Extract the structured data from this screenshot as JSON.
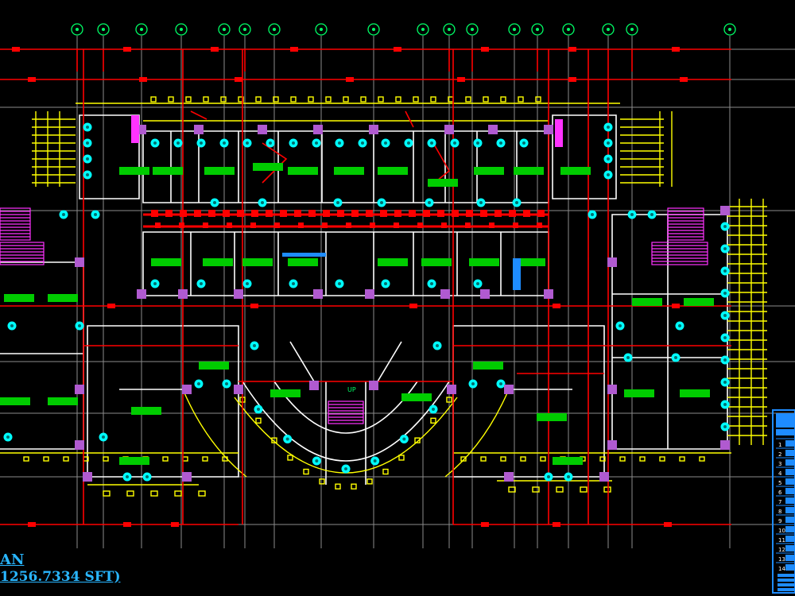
{
  "drawing": {
    "title_fragment": "AN",
    "area_fragment": "1256.7334 SFT)",
    "colors": {
      "background": "#000000",
      "grid": "#8c8c8c",
      "wall": "#ffffff",
      "wiring": "#ff0000",
      "fixtures": "#ffff00",
      "lights": "#00ffff",
      "boards": "#00cc00",
      "stairs": "#ff33ff",
      "panel": "#1e8cff"
    },
    "stair_label": "UP",
    "legend_table_rows": [
      "1",
      "2",
      "3",
      "4",
      "5",
      "6",
      "7",
      "8",
      "9",
      "10",
      "11",
      "12",
      "13",
      "14"
    ]
  }
}
